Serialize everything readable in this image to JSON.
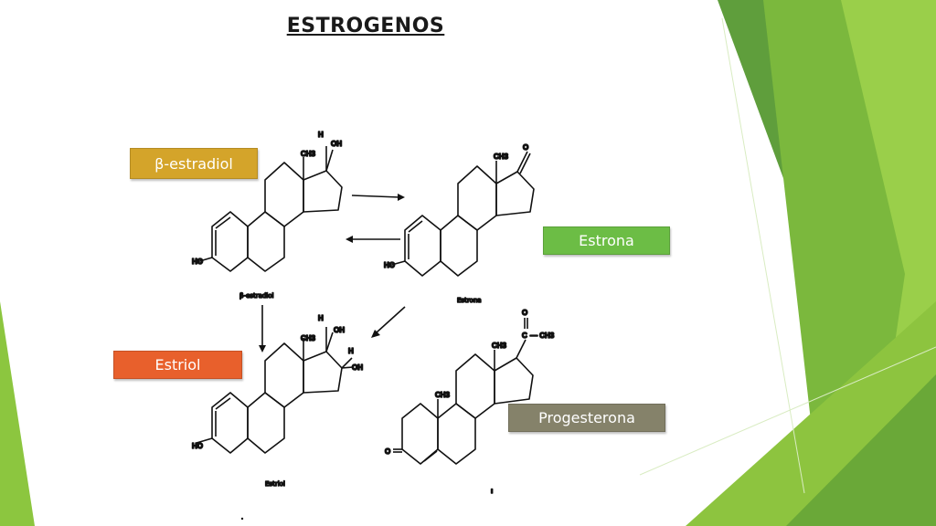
{
  "slide": {
    "title": "ESTROGENOS",
    "labels": {
      "estradiol": "β-estradiol",
      "estrona": "Estrona",
      "estriol": "Estriol",
      "progesterona": "Progesterona"
    },
    "captions": {
      "estradiol": "β-estradiol",
      "estrona": "Estrona",
      "estriol": "Estriol"
    },
    "atoms": {
      "h": "H",
      "oh": "OH",
      "ho": "HO",
      "ch3": "CH3",
      "o": "O",
      "c": "C",
      "ch3_chain": "— CH3",
      "i": "ı"
    },
    "colors": {
      "estradiol": "#d4a42a",
      "estrona": "#6cbd45",
      "estriol": "#e8602c",
      "progesterona": "#85826a",
      "leaf_dark": "#5a9a3a",
      "leaf_mid": "#79b83c",
      "leaf_light": "#9fd055"
    }
  }
}
